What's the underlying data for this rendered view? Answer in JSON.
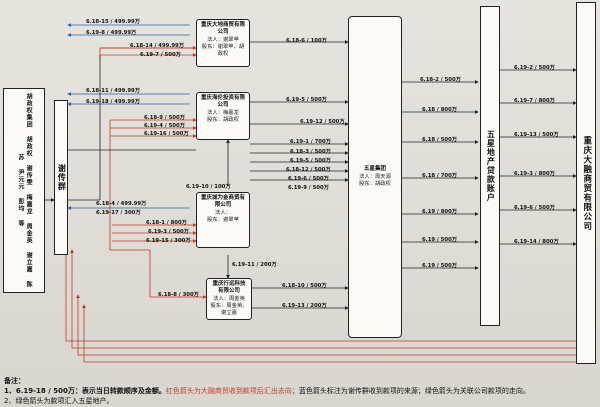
{
  "left_group": "胡政权集团 胡政权 谢传雯 梅嘉龙 周金英 谢立嘉 陈苏 尹元元 彭均 等",
  "hub": "谢传群",
  "companies": [
    {
      "name": "重庆大地商贸有限公司",
      "legal": "法人：谢翠苹",
      "holder": "股东：谢翠苹、胡政权"
    },
    {
      "name": "重庆海伦投资有限公司",
      "legal": "法人：梅嘉龙",
      "holder": "股东：胡政权"
    },
    {
      "name": "重庆城为金商贸有限公司",
      "legal": "法人：",
      "holder": "股东：谢翠苹"
    },
    {
      "name": "重庆行远科技有限公司",
      "legal": "法人：周金英",
      "holder": "股东：周金英、谢立嘉"
    }
  ],
  "wuxing_group": {
    "name": "五星集团",
    "legal": "法人：周天源",
    "holder": "股东：胡政权"
  },
  "wuxing_dichan": "五星地产贷款账户",
  "right_company": "重庆大融商贸有限公司",
  "labels": {
    "a1": "6.18-15 / 499.99万",
    "a2": "6.19-8 / 499.99万",
    "a3": "6.18-14 / 499.99万",
    "a4": "6.19-7 / 500万",
    "a5": "6.18-11 / 499.99万",
    "a6": "6.19-18 / 499.99万",
    "a7": "6.18-9 / 500万",
    "a8": "6.19-4 / 500万",
    "a9": "6.19-16 / 500万",
    "a10": "6.18-4 / 499.99万",
    "a11": "6.19-17 / 300万",
    "a12": "6.18-1 / 800万",
    "a13": "6.19-3 / 500万",
    "a14": "6.19-15 / 300万",
    "a15": "6.18-8 / 300万",
    "b1": "6.18-6 / 100万",
    "b2": "6.19-5 / 500万",
    "b3": "6.19-12 / 500万",
    "b4": "6.19-1 / 700万",
    "b5": "6.18-3 / 500万",
    "b6": "6.19-5 / 500万",
    "b7": "6.18-12 / 500万",
    "b8": "6.19-6 / 500万",
    "b9": "6.19-9 / 500万",
    "b10": "6.19-10 / 100万",
    "b11": "6.19-11 / 200万",
    "b12": "6.18-10 / 500万",
    "b13": "6.19-13 / 200万",
    "c1": "6.18-2 / 500万",
    "c2": "6.18 / 800万",
    "c3": "6.18 / 500万",
    "c4": "6.18 / 700万",
    "c5": "6.19 / 800万",
    "c6": "6.19 / 500万",
    "c7": "6.19 / 500万",
    "d1": "6.19-2 / 500万",
    "d2": "6.19-7 / 800万",
    "d3": "6.19-13 / 500万",
    "d4": "6.19-3 / 800万",
    "d5": "6.19-6 / 500万",
    "d6": "6.19-14 / 800万"
  },
  "notes": {
    "title": "备注：",
    "line1_a": "1、6.19-18 / 500万：表示当日转款顺序及金额。",
    "line1_b": "红色箭头为大融商贸收到款项后汇出去向；",
    "line1_c": "蓝色箭头标注为谢传群收到款项的来源；绿色箭头为关联公司款项的走向。",
    "line2": "2、绿色箭头为款项汇入五星地产。"
  },
  "colors": {
    "red": "#c0392b",
    "blue": "#2d5fa8",
    "black": "#222222",
    "green": "#2e7d32"
  }
}
